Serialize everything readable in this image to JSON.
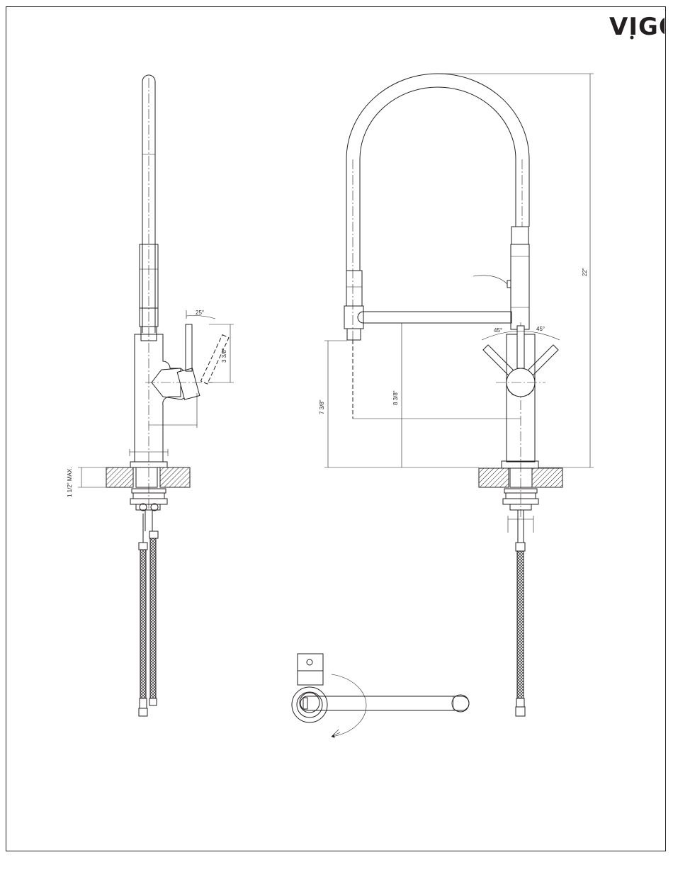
{
  "brand": {
    "logo_text": "VIGO"
  },
  "dimensions": {
    "handle_angle_side": "25°",
    "handle_height": "3 3/8\"",
    "deck_thickness": "1 1/2\" MAX.",
    "total_height": "22\"",
    "spout_height": "8 3/8\"",
    "aerator_height": "7 3/8\"",
    "handle_angle_left": "45°",
    "handle_angle_right": "45°"
  },
  "views": [
    "side-view",
    "front-view",
    "top-view"
  ]
}
